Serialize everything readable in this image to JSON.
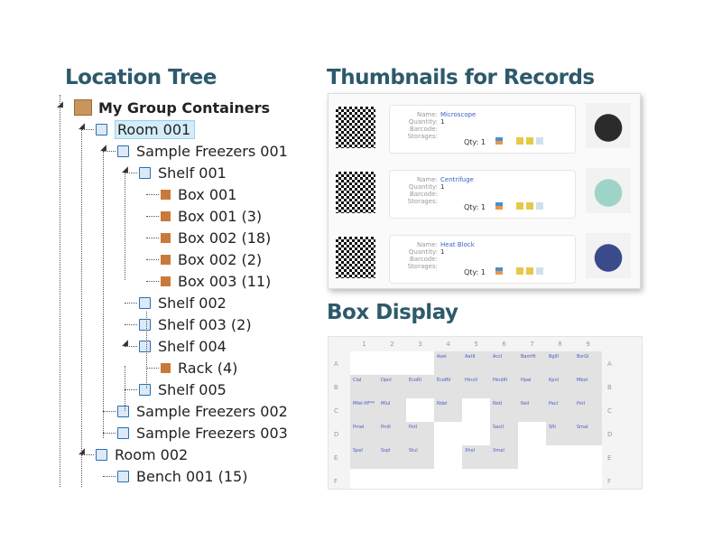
{
  "location_tree": {
    "title": "Location Tree",
    "nodes": [
      {
        "label": "My Group Containers",
        "type": "root"
      },
      {
        "label": "Room 001",
        "type": "container",
        "selected": true
      },
      {
        "label": "Sample Freezers 001",
        "type": "container"
      },
      {
        "label": "Shelf 001",
        "type": "container"
      },
      {
        "label": "Box 001",
        "type": "box"
      },
      {
        "label": "Box 001 (3)",
        "type": "box"
      },
      {
        "label": "Box 002 (18)",
        "type": "box"
      },
      {
        "label": "Box 002 (2)",
        "type": "box"
      },
      {
        "label": "Box 003 (11)",
        "type": "box"
      },
      {
        "label": "Shelf 002",
        "type": "container"
      },
      {
        "label": "Shelf 003 (2)",
        "type": "container"
      },
      {
        "label": "Shelf 004",
        "type": "container"
      },
      {
        "label": "Rack (4)",
        "type": "box"
      },
      {
        "label": "Shelf 005",
        "type": "container"
      },
      {
        "label": "Sample Freezers 002",
        "type": "container"
      },
      {
        "label": "Sample Freezers 003",
        "type": "container"
      },
      {
        "label": "Room 002",
        "type": "container"
      },
      {
        "label": "Bench 001 (15)",
        "type": "container"
      }
    ]
  },
  "thumbnails": {
    "title": "Thumbnails for Records",
    "field_labels": {
      "name": "Name:",
      "quantity": "Quantity:",
      "barcode": "Barcode:",
      "storages": "Storages:"
    },
    "records": [
      {
        "name": "Microscope",
        "quantity": "1",
        "qty": "Qty: 1"
      },
      {
        "name": "Centrifuge",
        "quantity": "1",
        "qty": "Qty: 1"
      },
      {
        "name": "Heat Block",
        "quantity": "1",
        "qty": "Qty: 1"
      }
    ]
  },
  "box_display": {
    "title": "Box Display",
    "columns": [
      "1",
      "2",
      "3",
      "4",
      "5",
      "6",
      "7",
      "8",
      "9"
    ],
    "rows": [
      "A",
      "B",
      "C",
      "D",
      "E",
      "F"
    ],
    "cells": [
      [
        "",
        "",
        "",
        "AseI",
        "AatII",
        "AccI",
        "BamHI",
        "BglII",
        "BsrGI"
      ],
      [
        "ClaI",
        "DpnI",
        "EcoRI",
        "EcoRV",
        "HincII",
        "HindIII",
        "HpaI",
        "KpnI",
        "MboI"
      ],
      [
        "MfeI-HF**",
        "MluI",
        "",
        "NdeI",
        "",
        "NotI",
        "NsiI",
        "PacI",
        "PstI"
      ],
      [
        "PmeI",
        "PmlI",
        "PstI",
        "",
        "",
        "SacII",
        "",
        "SfiI",
        "SmaI"
      ],
      [
        "SpeI",
        "SspI",
        "StuI",
        "",
        "XhoI",
        "XmaI",
        "",
        "",
        ""
      ],
      [
        "",
        "",
        "",
        "",
        "",
        "",
        "",
        "",
        ""
      ]
    ],
    "filled": [
      [
        0,
        0,
        0,
        1,
        1,
        1,
        1,
        1,
        1
      ],
      [
        1,
        1,
        1,
        1,
        1,
        1,
        1,
        1,
        1
      ],
      [
        1,
        1,
        0,
        1,
        0,
        1,
        1,
        1,
        1
      ],
      [
        1,
        1,
        1,
        0,
        0,
        1,
        0,
        1,
        1
      ],
      [
        1,
        1,
        1,
        0,
        1,
        1,
        0,
        0,
        0
      ],
      [
        0,
        0,
        0,
        0,
        0,
        0,
        0,
        0,
        0
      ]
    ]
  },
  "colors": {
    "heading": "#2d5a6b",
    "link": "#3b5fc5",
    "selected_bg": "#d3ecf8",
    "filled_cell": "#e2e2e2"
  }
}
